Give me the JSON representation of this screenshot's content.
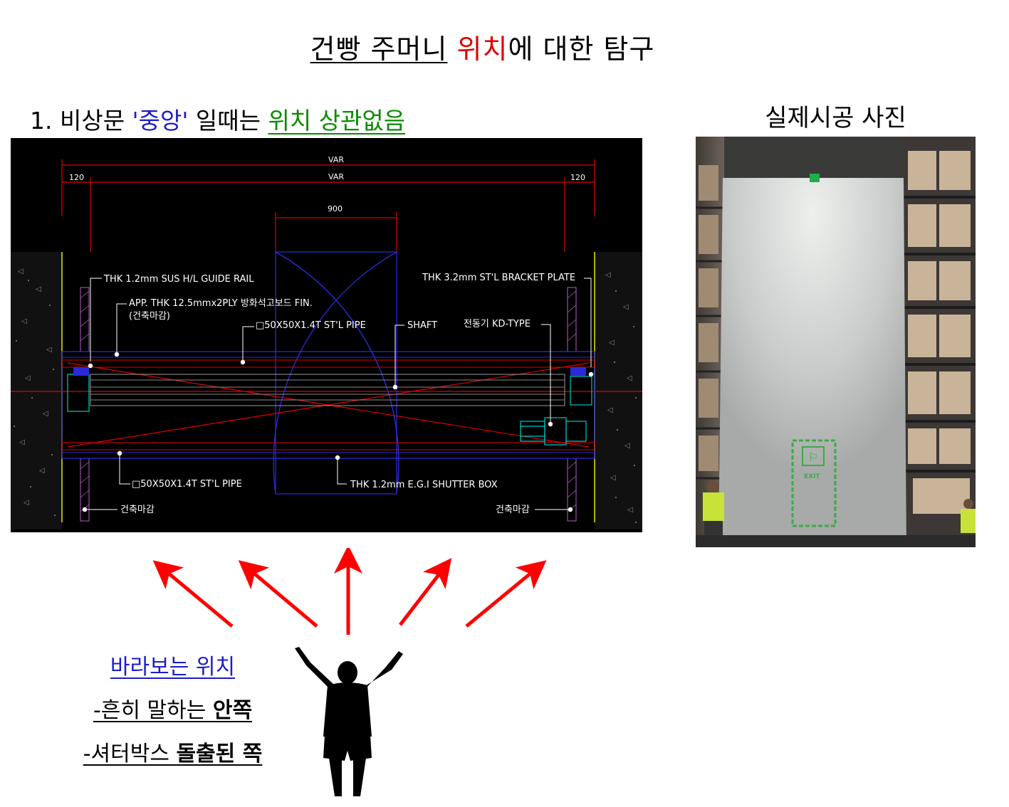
{
  "title": {
    "part1": "건빵 주머니",
    "part2": "위치",
    "part3": "에 대한 탐구"
  },
  "section": {
    "prefix": "1. 비상문 ",
    "center_word": "'중앙'",
    "mid": " 일때는 ",
    "conclusion": "위치 상관없음"
  },
  "photo_title": "실제시공 사진",
  "drawing": {
    "dim_var_top": "VAR",
    "dim_var_mid": "VAR",
    "dim_left": "120",
    "dim_right": "120",
    "dim_900": "900",
    "label_guide_rail": "THK 1.2mm SUS H/L GUIDE RAIL",
    "label_app_line1": "APP. THK 12.5mmx2PLY 방화석고보드 FIN.",
    "label_app_line2": "(건축마감)",
    "label_pipe_top": "□50X50X1.4T ST'L PIPE",
    "label_shaft": "SHAFT",
    "label_bracket": "THK 3.2mm ST'L BRACKET PLATE",
    "label_motor": "전동기 KD-TYPE",
    "label_pipe_bottom": "□50X50X1.4T ST'L PIPE",
    "label_shutter_box": "THK 1.2mm E.G.I SHUTTER BOX",
    "label_finish_left": "건축마감",
    "label_finish_right": "건축마감"
  },
  "photo": {
    "exit_sign": "EXIT"
  },
  "viewpoint": {
    "heading": "바라보는 위치",
    "line2_prefix": "-흔히 말하는 ",
    "line2_bold": "안쪽",
    "line3_prefix": "-셔터박스 ",
    "line3_bold": "돌출된 쪽"
  },
  "colors": {
    "red": "#e00000",
    "blue": "#1b1bd0",
    "green": "#0a8a00",
    "cad_background": "#000000"
  }
}
